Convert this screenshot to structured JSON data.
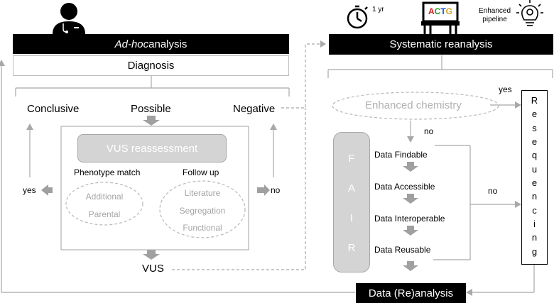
{
  "left": {
    "banner": {
      "pre": "Ad-hoc",
      "post": " analysis"
    },
    "diagnosis": "Diagnosis",
    "outcomes": {
      "conclusive": "Conclusive",
      "possible": "Possible",
      "negative": "Negative"
    },
    "vus_reassessment": "VUS reassessment",
    "phenotype_match": "Phenotype match",
    "follow_up": "Follow up",
    "phenotype_items": [
      "Additional",
      "Parental"
    ],
    "follow_items": [
      "Literature",
      "Segregation",
      "Functional"
    ],
    "yes": "yes",
    "no": "no",
    "vus": "VUS"
  },
  "right": {
    "interval": "1 yr",
    "sequencer": "ACTG",
    "pipeline": "Enhanced\npipeline",
    "banner": "Systematic reanalysis",
    "enhanced_chemistry": "Enhanced chemistry",
    "yes": "yes",
    "no_top": "no",
    "no_side": "no",
    "fair_letters": [
      "F",
      "A",
      "I",
      "R"
    ],
    "fair_steps": [
      "Data Findable",
      "Data Accessible",
      "Data Interoperable",
      "Data Reusable"
    ],
    "resequencing": "Resequencing",
    "reanalysis": "Data (Re)analysis"
  },
  "icons": [
    "doctor-icon",
    "stopwatch-icon",
    "sequencer-icon",
    "lightbulb-gear-icon"
  ],
  "colors": {
    "banner": "#000000",
    "line": "#a8a8a8",
    "fill": "#d4d4d4",
    "arrow": "#a0a0a0"
  }
}
